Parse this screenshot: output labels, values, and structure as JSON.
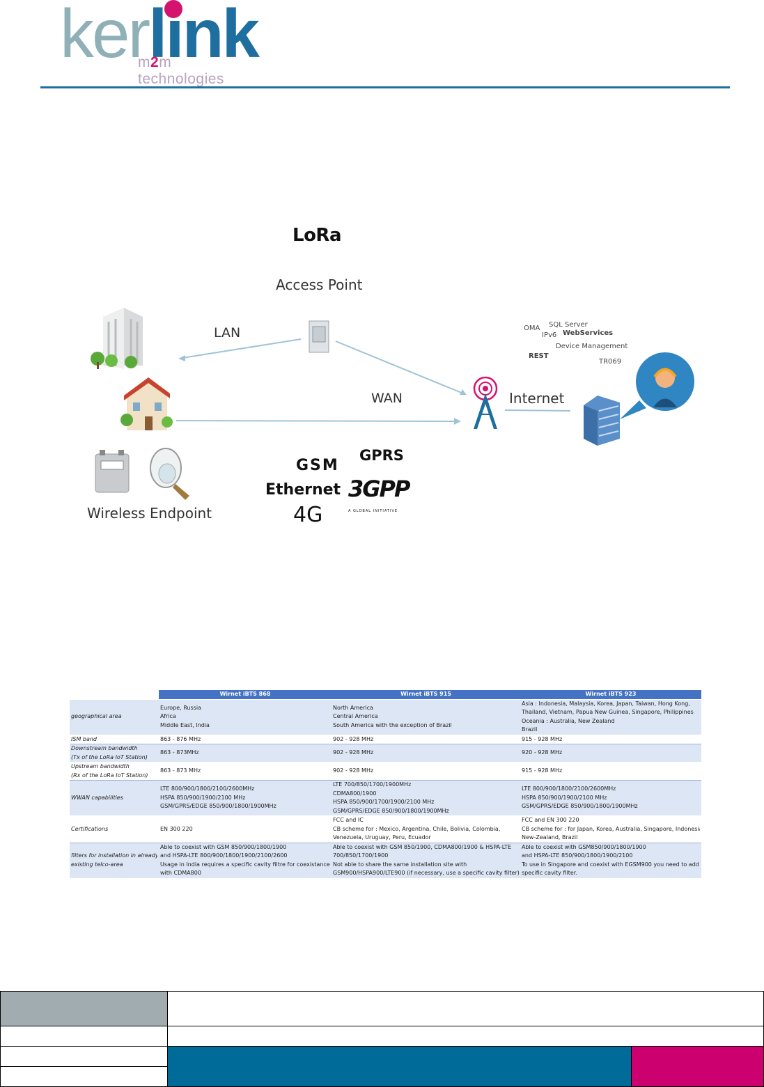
{
  "header": {
    "logo": {
      "ker": "ker",
      "link": "link",
      "tagline_pre": "m",
      "tagline_two": "2",
      "tagline_post": "m technologies"
    }
  },
  "diagram": {
    "lora": "LoRa",
    "access_point": "Access Point",
    "lan": "LAN",
    "wan": "WAN",
    "internet": "Internet",
    "wireless_endpoint": "Wireless Endpoint",
    "protocols": {
      "oma": "OMA",
      "sql": "SQL Server",
      "ipv6": "IPv6",
      "webservices": "WebServices",
      "device_mgmt": "Device Management",
      "rest": "REST",
      "tr069": "TR069"
    },
    "technologies": {
      "gsm": "GSM",
      "gprs": "GPRS",
      "ethernet": "Ethernet",
      "threegpp": "3GPP",
      "threegpp_sub": "A GLOBAL INITIATIVE",
      "fourg": "4G"
    }
  },
  "table": {
    "headers": [
      "",
      "Wirnet iBTS 868",
      "Wirnet iBTS 915",
      "Wirnet iBTS 923"
    ],
    "rows": [
      {
        "label": [
          "geographical area"
        ],
        "c1": [
          "Europe, Russia",
          "Africa",
          "Middle East, India"
        ],
        "c2": [
          "North America",
          "Central America",
          "South America with the exception of Brazil"
        ],
        "c3": [
          "Asia : Indonesia, Malaysia, Korea, Japan, Taiwan, Hong Kong,",
          "Thailand, Vietnam, Papua New Guinea, Singapore, Philippines",
          "Oceania : Australia, New Zealand",
          "Brazil"
        ]
      },
      {
        "label": [
          "ISM band"
        ],
        "c1": [
          "863 - 876 MHz"
        ],
        "c2": [
          "902 - 928 MHz"
        ],
        "c3": [
          "915 - 928 MHz"
        ]
      },
      {
        "label": [
          "Downstream bandwidth",
          "(Tx of the LoRa IoT Station)"
        ],
        "c1": [
          "863 - 873MHz"
        ],
        "c2": [
          "902 - 928 MHz"
        ],
        "c3": [
          "920 - 928 MHz"
        ]
      },
      {
        "label": [
          "Upstream bandwidth",
          "(Rx of the LoRa IoT Station)"
        ],
        "c1": [
          "863 - 873 MHz"
        ],
        "c2": [
          "902 - 928 MHz"
        ],
        "c3": [
          "915 - 928 MHz"
        ]
      },
      {
        "label": [
          "WWAN capabilities"
        ],
        "c1": [
          "LTE 800/900/1800/2100/2600MHz",
          "HSPA 850/900/1900/2100 MHz",
          "GSM/GPRS/EDGE 850/900/1800/1900MHz"
        ],
        "c2": [
          "LTE 700/850/1700/1900MHz",
          "CDMA800/1900",
          "HSPA 850/900/1700/1900/2100 MHz",
          "GSM/GPRS/EDGE 850/900/1800/1900MHz"
        ],
        "c3": [
          "LTE 800/900/1800/2100/2600MHz",
          "HSPA 850/900/1900/2100 MHz",
          "GSM/GPRS/EDGE 850/900/1800/1900MHz"
        ]
      },
      {
        "label": [
          "Certifications"
        ],
        "c1": [
          "EN 300 220"
        ],
        "c2": [
          "FCC and IC",
          "CB scheme for : Mexico, Argentina, Chile, Bolivia, Colombia,",
          "Venezuela, Uruguay, Peru, Ecuador"
        ],
        "c3": [
          "FCC and EN 300 220",
          "CB scheme for : for  Japan, Korea, Australia, Singapore, Indonesia,",
          "New-Zealand, Brazil"
        ]
      },
      {
        "label": [
          "filters for installation in already",
          "existing telco-area"
        ],
        "c1": [
          "Able to coexist with GSM 850/900/1800/1900",
          "and HSPA-LTE 800/900/1800/1900/2100/2600",
          "Usage in India requires a specific cavity filtre for coexistance",
          "with CDMA800"
        ],
        "c2": [
          "Able to coexist with GSM 850/1900, CDMA800/1900 & HSPA-LTE",
          "700/850/1700/1900",
          "Not able to share the same installation site with",
          "GSM900/HSPA900/LTE900 (if necessary, use a specific cavity filter)"
        ],
        "c3": [
          "Able to coexist with GSM850/900/1800/1900",
          "and  HSPA-LTE 850/900/1800/1900/2100",
          "To use in Singapore and coexist with EGSM900 you need to add a",
          "specific cavity filter."
        ]
      }
    ]
  },
  "colors": {
    "brand_blue": "#006b99",
    "brand_pink": "#cd0070",
    "header_rule": "#1e6f9f",
    "table_header": "#4472c4",
    "table_shade": "#dde6f4",
    "footer_grey": "#a1acb1"
  }
}
